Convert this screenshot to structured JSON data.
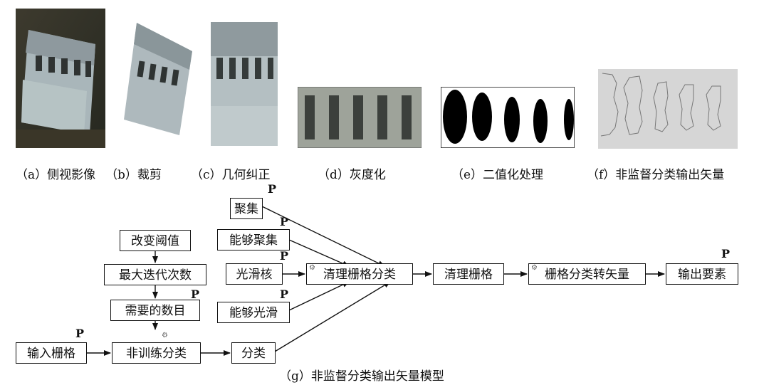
{
  "panels": {
    "a": {
      "caption": "（a）侧视影像"
    },
    "b": {
      "caption": "（b）裁剪"
    },
    "c": {
      "caption": "（c）几何纠正"
    },
    "d": {
      "caption": "（d）灰度化"
    },
    "e": {
      "caption": "（e）二值化处理"
    },
    "f": {
      "caption": "（f）非监督分类输出矢量"
    }
  },
  "model": {
    "caption": "（g）非监督分类输出矢量模型",
    "param_marker": "P",
    "tool_marker": "⚙",
    "nodes": {
      "change_threshold": "改变阈值",
      "max_iterations": "最大迭代次数",
      "required_number": "需要的数目",
      "input_raster": "输入栅格",
      "unsupervised_classification": "非训练分类",
      "classes": "分类",
      "aggregate": "聚集",
      "can_aggregate": "能够聚集",
      "smooth_kernel": "光滑核",
      "can_smooth": "能够光滑",
      "clean_raster_classes": "清理栅格分类",
      "clean_raster": "清理栅格",
      "raster_to_vector": "栅格分类转矢量",
      "output_features": "输出要素"
    }
  }
}
